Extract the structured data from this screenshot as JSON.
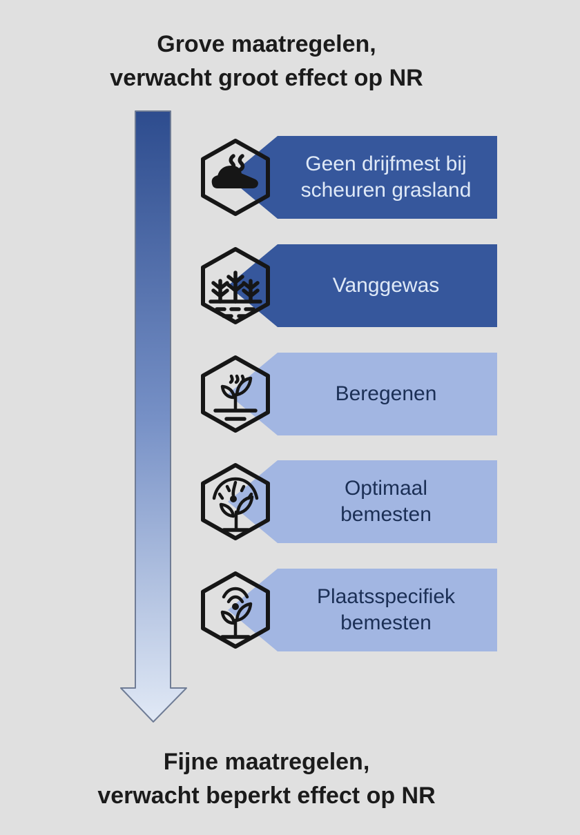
{
  "header": {
    "title": "Grove maatregelen,\nverwacht groot effect op NR"
  },
  "footer": {
    "title": "Fijne maatregelen,\nverwacht beperkt effect op NR"
  },
  "arrow": {
    "direction": "down",
    "icon": "gradient-down-arrow"
  },
  "items": [
    {
      "label": "Geen drijfmest bij\nscheuren grasland",
      "tone": "dark",
      "icon": "manure-heap-icon"
    },
    {
      "label": "Vanggewas",
      "tone": "dark",
      "icon": "cover-crop-icon"
    },
    {
      "label": "Beregenen",
      "tone": "light",
      "icon": "irrigation-sprout-icon"
    },
    {
      "label": "Optimaal\nbemesten",
      "tone": "light",
      "icon": "fertilizer-gauge-icon"
    },
    {
      "label": "Plaatsspecifiek\nbemesten",
      "tone": "light",
      "icon": "gps-plant-icon"
    }
  ],
  "colors": {
    "background": "#E0E0E0",
    "banner_dark": "#36579C",
    "banner_light": "#A2B6E2",
    "text_on_dark": "#DFE9F7",
    "text_on_light": "#1B2F55",
    "label_text": "#1B1B1B",
    "icon_stroke": "#161616",
    "arrow_top": "#2D4C8E",
    "arrow_mid": "#7690C6",
    "arrow_bottom": "#E2EAF6",
    "arrow_outline": "#6F7C95"
  }
}
